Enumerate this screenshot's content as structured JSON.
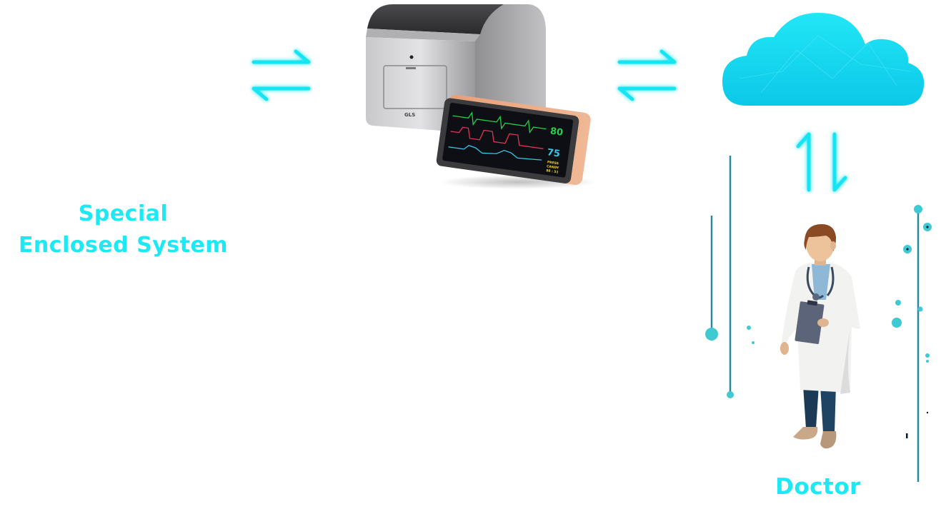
{
  "labels": {
    "system_line1": "Special",
    "system_line2": "Enclosed System",
    "doctor": "Doctor"
  },
  "monitor": {
    "device_brand": "GLS",
    "readings": [
      "80",
      "75"
    ],
    "small_text": [
      "PRESS",
      "CANDY",
      "88 : 51"
    ]
  },
  "colors": {
    "accent": "#1de9f5",
    "arrow_glow": "#19e4f3",
    "cloud": "#12d8ef",
    "line": "#2a8a97"
  },
  "icons": [
    "exchange-arrows-icon",
    "cloud-icon",
    "doctor-figure",
    "device-illustration"
  ]
}
